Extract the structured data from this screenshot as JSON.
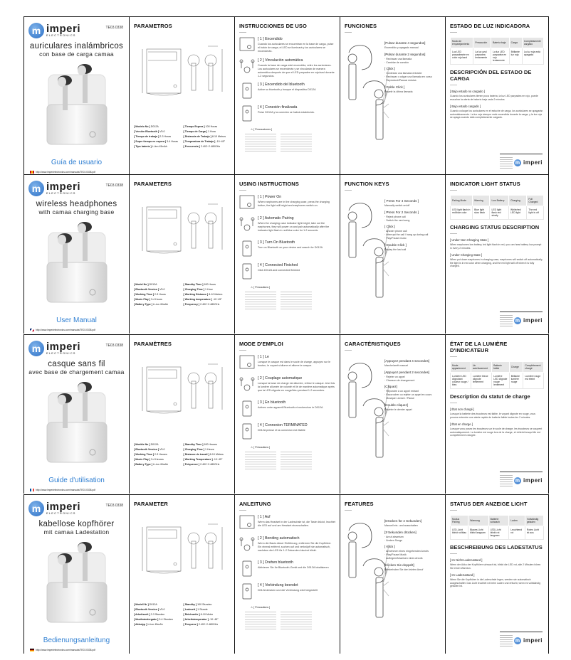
{
  "brand": {
    "name": "imperi",
    "sub": "ELECTRONICS",
    "model": "TE03.0338",
    "logo_color": "#2b6fc6",
    "guide_color": "#2f7fd2"
  },
  "rows": [
    {
      "lang": "es",
      "flag": [
        "#c60b1e",
        "#ffc400",
        "#c60b1e"
      ],
      "cover": {
        "title1": "auriculares inalámbricos",
        "title2": "con base de carga camaa",
        "guide": "Guía de usuario",
        "url": "http://www.imperielectronics.com/manuals/TE03.0338.pdf"
      },
      "params": {
        "title": "PARAMETROS",
        "specs": [
          [
            "[ Modelo No ]",
            "D012A"
          ],
          [
            "[ Tiempo Espera ]",
            "100 Horas"
          ],
          [
            "[ Versión Bluetooth ]",
            "V5.0"
          ],
          [
            "[ Tiempo de Carga ]",
            "1 Hora"
          ],
          [
            "[ Tiempo de trabajo ]",
            "2-3 Horas"
          ],
          [
            "[ Distancia de Trabajo ]",
            "8-10 Metros"
          ],
          [
            "[ Super tiempo en espera ]",
            "3-4 Horas"
          ],
          [
            "[ Temperatura de Trabajo ]",
            "-10~45°"
          ],
          [
            "[ Tipo batería ]",
            "Li-ion 45mAh"
          ],
          [
            "[ Frecuencia ]",
            "2.402~2.480GHz"
          ]
        ]
      },
      "instr": {
        "title": "INSTRUCCIONES DE USO",
        "steps": [
          {
            "h": "[ 1 ] Encendido",
            "b": "Cuando los auriculares se encuentran en la base de carga, pulse el botón de carga, el LED se iluminará y los auriculares se encenderán."
          },
          {
            "h": "[ 2 ] Vinculación automática",
            "b": "Cuando la base de carga esté encendida, retire los auriculares. Los auriculares se encenderán y se vincularán de manera automática después de que el LED parpadee en rojo/azul durante 1-2 segundos."
          },
          {
            "h": "[ 3 ] Encendido del bluetooth",
            "b": "Active su bluetooth y busque el dispositivo D012A"
          },
          {
            "h": "[ 4 ] Conexión finalizada",
            "b": "Pulse D012A y la conexión se habrá establecido."
          }
        ],
        "prec": "⚠ [ Precauciones ]"
      },
      "func": {
        "title": "FUNCIONES",
        "keys": [
          {
            "l": "[Pulsar durante 4 segundos]",
            "i": [
              "Encendido y apagado manual"
            ]
          },
          {
            "l": "[Pulsar durante 2 segundos]",
            "i": [
              "· Rechazar una llamada",
              "· Cambiar de canción"
            ]
          },
          {
            "l": "[ Click ]",
            "i": [
              "· Contestar una llamada entrante",
              "· Rechazar o colgar una llamada en curso",
              "· Reproducir/Pausar música"
            ]
          },
          {
            "l": "[ Doble Click ]",
            "i": [
              "Repetir la última llamada"
            ]
          }
        ]
      },
      "status": {
        "title": "ESTADO DE LUZ INDICADORA",
        "headers": [
          "Modo de emparejamiento",
          "Precaución",
          "Batería baja",
          "Carga",
          "Completamente cargado"
        ],
        "cells": [
          "Luz LED parpadeante en color rojo/azul",
          "La luz azul parpadea lentamente",
          "La luz LED parpadea en rojo lentamente",
          "Brillante luz roja",
          "La luz roja está apagada"
        ],
        "desc_title": "DESCRIPCIÓN DEL ESTADO DE CARGA",
        "desc": [
          {
            "l": "[ Bajo estado no cargado ]",
            "t": "Cuando los auriculares tienen poca batería, la luz LED parpadea en rojo, puede escuchar la alerta de batería baja cada 2 minutos"
          },
          {
            "l": "[ Bajo estado cargado ]",
            "t": "Cuando coloque los auriculares en el estuche de carga, los auriculares se apagarán automáticamente. La luz roja siempre está encendida durante la carga, y la luz roja se apaga cuando está completamente cargado."
          }
        ]
      }
    },
    {
      "lang": "en",
      "flag": [
        "#012169",
        "#ffffff",
        "#c8102e"
      ],
      "cover": {
        "title1": "wireless headphones",
        "title2": "with camaa charging base",
        "guide": "User Manual",
        "url": "http://www.imperielectronics.com/manuals/TE03.0338.pdf"
      },
      "params": {
        "title": "PARAMETERS",
        "specs": [
          [
            "[ Model No ]",
            "D012A"
          ],
          [
            "[ Standby Time ]",
            "100 Hours"
          ],
          [
            "[ Bluetooth Version ]",
            "V5.0"
          ],
          [
            "[ Charging Time ]",
            "1 Hour"
          ],
          [
            "[ Working Time ]",
            "2-3 Hours"
          ],
          [
            "[ Working Distance ]",
            "8-10 Meters"
          ],
          [
            "[ Music Play ]",
            "3-4 Hours"
          ],
          [
            "[ Working temperature ]",
            "-10~45°"
          ],
          [
            "[ Battery Type ]",
            "Li-ion 45mAh"
          ],
          [
            "[ Frequency ]",
            "2.402~2.480GHz"
          ]
        ]
      },
      "instr": {
        "title": "USING INSTRUCTIONS",
        "steps": [
          {
            "h": "[ 1 ] Power On",
            "b": "When earphones are in the charging case, press the charging button, the light will bright and earphones switch on."
          },
          {
            "h": "[ 2 ] Automatic Pairing",
            "b": "When the charging case indicator light bright, take out the earphones, they will power on and pair automatically after the indicator light flash in red/blue color for 1-2 seconds."
          },
          {
            "h": "[ 3 ] Turn On Bluetooth",
            "b": "Turn on Bluetooth on your device and search for D012A"
          },
          {
            "h": "[ 4 ] Connected Finished",
            "b": "Click D012A and connected finished"
          }
        ],
        "prec": "⚠ [ Precautions ]"
      },
      "func": {
        "title": "FUNCTION KEYS",
        "keys": [
          {
            "l": "[ Press For 4 Seconds ]",
            "i": [
              "Manually switch on/off"
            ]
          },
          {
            "l": "[ Press For 2 Seconds ]",
            "i": [
              "· Reject phone call",
              "· Switch the next song"
            ]
          },
          {
            "l": "[ Click ]",
            "i": [
              "· Answer phone call",
              "· Interrupt the call / hang up during call",
              "· Play/Pause music"
            ]
          },
          {
            "l": "[ Double Click ]",
            "i": [
              "Replay the last call"
            ]
          }
        ]
      },
      "status": {
        "title": "INDICATOR LIGHT STATUS",
        "headers": [
          "Pairing Mode",
          "Warning",
          "Low Battery",
          "Charging",
          "Full Charged"
        ],
        "cells": [
          "LED light flash in red/blue color",
          "Blue light slow flash",
          "LED light flash red slowly",
          "White/red LED light",
          "The red light is off"
        ],
        "desc_title": "CHARGING STATUS DESCRIPTION",
        "desc": [
          {
            "l": "[ Under Non-Charging State ]",
            "t": "When earphones low battery, led light flash in red, you can hear battery low prompt in every 2 minutes."
          },
          {
            "l": "[ Under Charging State ]",
            "t": "When put down earphones in charging case, earphones will switch off automatically, the light is in red color when charging, and the red light will off when it is fully charged."
          }
        ]
      }
    },
    {
      "lang": "fr",
      "flag": [
        "#0055a4",
        "#ffffff",
        "#ef4135"
      ],
      "cover": {
        "title1": "casque sans fil",
        "title2": "avec base de chargement camaa",
        "guide": "Guide d'utilisation",
        "url": "http://www.imperielectronics.com/manuals/TE03.0338.pdf"
      },
      "params": {
        "title": "PARAMÈTRES",
        "specs": [
          [
            "[ Modèle No ]",
            "D012A"
          ],
          [
            "[ Standby Time ]",
            "100 Heures"
          ],
          [
            "[ Bluetooth Version ]",
            "V5.0"
          ],
          [
            "[ Charging Time ]",
            "1 Heure"
          ],
          [
            "[ Working Time ]",
            "2-3 Heures"
          ],
          [
            "[ Distance de travail ]",
            "8-10 Mètres"
          ],
          [
            "[ Music Play ]",
            "3-4 Heures"
          ],
          [
            "[ Working Temperature ]",
            "-10~45°"
          ],
          [
            "[ Battery Type ]",
            "Li-ion 45mAh"
          ],
          [
            "[ Fréquence ]",
            "2.402~2.480GHz"
          ]
        ]
      },
      "instr": {
        "title": "MODE D'EMPLOI",
        "steps": [
          {
            "h": "[ 1 ] Le",
            "b": "Lorsque le casque est dans le socle de charge, appuyez sur le bouton, le voyant s'allume et allume le casque."
          },
          {
            "h": "[ 2 ] Couplage automatique",
            "b": "Lorsque la base de charge est allumée, retirez le casque. Une fois la lumière allumée de volonté et lié de manière automatique après que la LED clignote en rouge/bleu pendant 1-2 secondes."
          },
          {
            "h": "[ 3 ] En bluetooth",
            "b": "Activez votre appareil Bluetooth et recherchez le D012A"
          },
          {
            "h": "[ 4 ] Connexion TERMINATED",
            "b": "D012A presse et la connexion est établie"
          }
        ],
        "prec": "⚠ [ Précautions ]"
      },
      "func": {
        "title": "CARACTÉRISTIQUES",
        "keys": [
          {
            "l": "[Appuyez pendant 4 secondes]",
            "i": [
              "Marche/arrêt manuel"
            ]
          },
          {
            "l": "[Appuyez pendant 2 secondes]",
            "i": [
              "· Rejeter un appel",
              "· Chanson de changement"
            ]
          },
          {
            "l": "[Cliquez]",
            "i": [
              "· Répondre à un appel entrant",
              "· Raccrocher ou rejeter un appel en cours",
              "· Musique Lecture / Pause"
            ]
          },
          {
            "l": "[Double-cliquez]",
            "i": [
              "Répéter le dernier appel"
            ]
          }
        ]
      },
      "status": {
        "title": "ÉTAT DE LA LUMIÈRE D'INDICATEUR",
        "headers": [
          "Mode appariement",
          "Un avertissement",
          "Batterie faible",
          "Charge",
          "Complètement chargé"
        ],
        "cells": [
          "Lumière LED clignotant couleur rouge / bleu",
          "Lumière bleue clignote lentement",
          "Lumière LED clignote rouge lentement",
          "Brillante lumière rouge",
          "Lumière rouge est éteint"
        ],
        "desc_title": "Description du statut de charge",
        "desc": [
          {
            "l": "[ État non chargé ]",
            "t": "Lorsque la batterie des écouteurs est faible, le voyant clignote en rouge, vous pouvez entendre une alerte rapide de batterie faible toutes les 2 minutes."
          },
          {
            "l": "[ État en charge ]",
            "t": "Lorsque vous posez les écouteurs sur le socle de charge, les écouteurs se coupent automatiquement. La lumière est rouge lors de la charge, et s'éteint lorsqu'elle est complètement chargée."
          }
        ]
      }
    },
    {
      "lang": "de",
      "flag": [
        "#000000",
        "#dd0000",
        "#ffce00"
      ],
      "cover": {
        "title1": "kabellose kopfhörer",
        "title2": "mit camaa Ladestation",
        "guide": "Bedienungsanleitung",
        "url": "http://www.imperielectronics.com/manuals/TE03.0338.pdf"
      },
      "params": {
        "title": "PARAMETER",
        "specs": [
          [
            "[ Modell Nr ]",
            "D012A"
          ],
          [
            "[ Standby ]",
            "100 Stunden"
          ],
          [
            "[ Bluetooth Version ]",
            "V5.0"
          ],
          [
            "[ Ladezeit ]",
            "1 Stunde"
          ],
          [
            "[ Arbeitszeit ]",
            "2-3 Stunden"
          ],
          [
            "[ Reichweite ]",
            "8-10 Meter"
          ],
          [
            "[ Musikwiedergabe ]",
            "3-4 Stunden"
          ],
          [
            "[ Arbeitstemperatur ]",
            "-10~45°"
          ],
          [
            "[ Akkutyp ]",
            "Li-ion 45mAh"
          ],
          [
            "[ Frequenz ]",
            "2.402~2.480GHz"
          ]
        ]
      },
      "instr": {
        "title": "ANLEITUNG",
        "steps": [
          {
            "h": "[ 1 ] Auf",
            "b": "Wenn das Headset in der Ladeschale ist, die Taste drückt, leuchtet die LED auf und am Headset einzuschalten."
          },
          {
            "h": "[ 2 ] Bonding automatisch",
            "b": "Wenn die Basis dieser Einführung, entfernen Sie die Kopfhörer. Ein einmal entfernt, suchen auf und verknüpft sie automatisch, nachdem die LED für 1-2 Sekunden blau/rot blinkt."
          },
          {
            "h": "[ 3 ] Drehen bluetooth",
            "b": "Aktivieren Sie Ihr Bluetooth-Gerät und die D012A lokalisieren"
          },
          {
            "h": "[ 4 ] Verbindung beendet",
            "b": "D012A drücken und die Verbindung wird hergestellt"
          }
        ],
        "prec": "⚠ [ Precautions ]"
      },
      "func": {
        "title": "FEATURES",
        "keys": [
          {
            "l": "[Drücken für 4 Sekunden]",
            "i": [
              "Manuell ein- und ausschalten"
            ]
          },
          {
            "l": "[2 Sekunden drücken]",
            "i": [
              "· Anruf abweisen",
              "· Ändern Songs"
            ]
          },
          {
            "l": "[ Klick ]",
            "i": [
              "· Annehmen eines eingehenden Anrufs",
              "· Play/Pause Musik",
              "· Auflegen/Abweisen eines Anrufs"
            ]
          },
          {
            "l": "[Klicken Sie doppelt]",
            "i": [
              "Wiederholen Sie den letzten Anruf"
            ]
          }
        ]
      },
      "status": {
        "title": "STATUS DER ANZEIGE LICHT",
        "headers": [
          "Modus Pairing",
          "Warnung",
          "Batterie schwach",
          "Laden",
          "Vollständig geladen"
        ],
        "cells": [
          "LED-Licht blinkt rot/blau",
          "Blaues Licht blinkt langsam",
          "LED-Licht blinkt rot langsam",
          "Leuchtend rot",
          "Rotes Licht ist aus"
        ],
        "desc_title": "BESCHREIBUNG DES LADESTATUS",
        "desc": [
          {
            "l": "[ Im Nicht-Ladezustand ]",
            "t": "Wenn der Akku der Kopfhörer schwach ist, blinkt die LED rot, alle 2 Minuten hören Sie einen Warnton."
          },
          {
            "l": "[ Im Ladezustand ]",
            "t": "Wenn Sie die Kopfhörer in die Ladeschale legen, werden sie automatisch ausgeschaltet. Das Licht leuchtet rot beim Laden und erlischt, wenn es vollständig geladen ist."
          }
        ]
      }
    }
  ]
}
